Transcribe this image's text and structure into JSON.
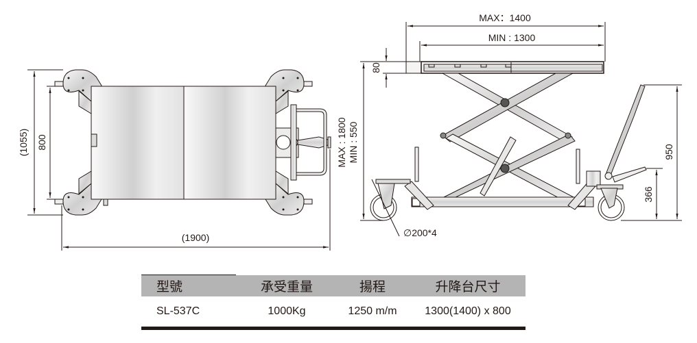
{
  "colors": {
    "line": "#231815",
    "table_header_bg": "#b4b4b4",
    "steel_light": "#f2f2f2",
    "steel_dark": "#c8c8c8"
  },
  "top_view": {
    "length_label": "(1900)",
    "overall_width_label": "(1055)",
    "platform_width_label": "800"
  },
  "side_view": {
    "max_length_label": "MAX：1400",
    "min_length_label": "MIN : 1300",
    "platform_thickness_label": "80",
    "height_max_label": "MAX : 1800",
    "height_min_label": "MIN : 550",
    "handle_height_label": "950",
    "pedal_height_label": "366",
    "wheel_label": "∅200*4"
  },
  "spec_table": {
    "headers": [
      "型號",
      "承受重量",
      "揚程",
      "升降台尺寸"
    ],
    "rows": [
      [
        "SL-537C",
        "1000Kg",
        "1250 m/m",
        "1300(1400) x 800"
      ]
    ]
  }
}
